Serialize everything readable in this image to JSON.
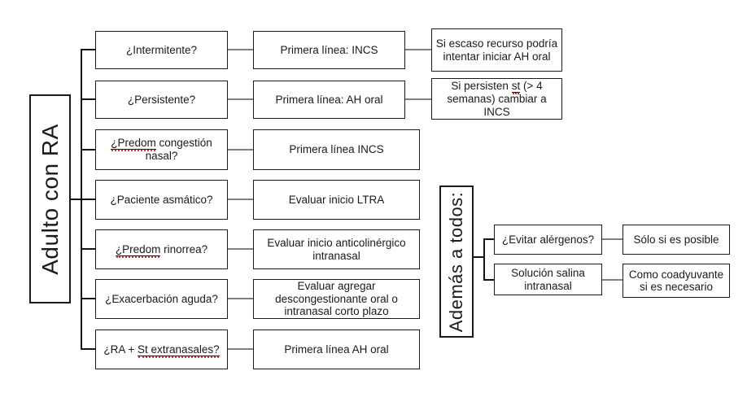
{
  "root_label": "Adulto con RA",
  "colors": {
    "box_border": "#1a1a1a",
    "tree_line": "#141414",
    "connector": "#808080",
    "squiggle_red": "#e8321f",
    "background": "#ffffff",
    "text": "#1a1a1a"
  },
  "rows": [
    {
      "question": "¿Intermitente?",
      "action": "Primera línea: INCS",
      "note": "Si escaso recurso podría intentar iniciar AH oral"
    },
    {
      "question": "¿Persistente?",
      "action": "Primera línea: AH oral",
      "note_rich": [
        {
          "t": "Si persisten "
        },
        {
          "t": "st",
          "m": true
        },
        {
          "t": " (> 4 semanas) cambiar a INCS"
        }
      ]
    },
    {
      "question_rich": [
        {
          "t": "¿Predom",
          "m": true
        },
        {
          "t": " congestión nasal?"
        }
      ],
      "action": "Primera línea INCS"
    },
    {
      "question": "¿Paciente asmático?",
      "action": "Evaluar inicio LTRA"
    },
    {
      "question_rich": [
        {
          "t": "¿Predom",
          "m": true
        },
        {
          "t": " rinorrea?"
        }
      ],
      "action": "Evaluar inicio anticolinérgico intranasal"
    },
    {
      "question": "¿Exacerbación aguda?",
      "action": "Evaluar agregar descongestionante oral o intranasal corto plazo"
    },
    {
      "question_rich": [
        {
          "t": "¿RA + "
        },
        {
          "t": "St extranasales?",
          "m": true
        }
      ],
      "action": "Primera línea AH oral"
    }
  ],
  "ademas": {
    "label": "Además a todos:",
    "items": [
      {
        "question": "¿Evitar alérgenos?",
        "answer": "Sólo si es posible"
      },
      {
        "question": "Solución salina intranasal",
        "answer": "Como coadyuvante si es necesario"
      }
    ]
  }
}
